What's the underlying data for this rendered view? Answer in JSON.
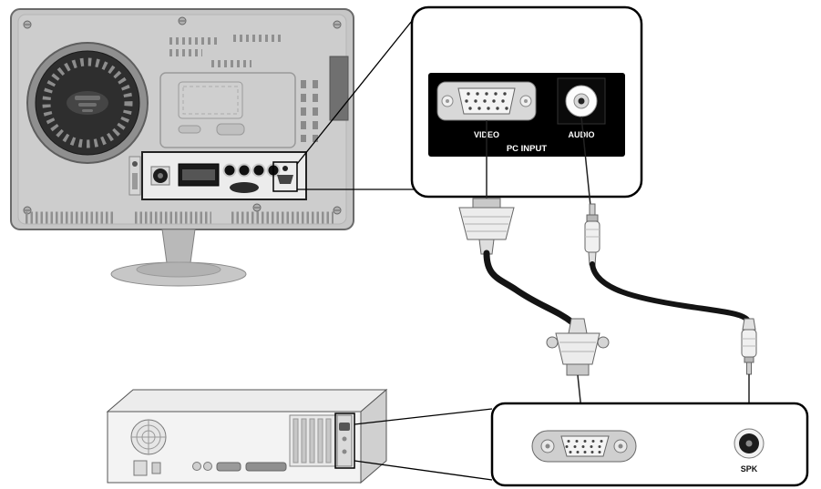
{
  "labels": {
    "video": "VIDEO",
    "audio": "AUDIO",
    "pc_input": "PC INPUT",
    "spk": "SPK"
  },
  "colors": {
    "panel_black": "#000000",
    "callout_border": "#000000",
    "cable_black": "#141414",
    "tv_body_gray": "#c6c6c6",
    "label_white": "#ffffff"
  }
}
